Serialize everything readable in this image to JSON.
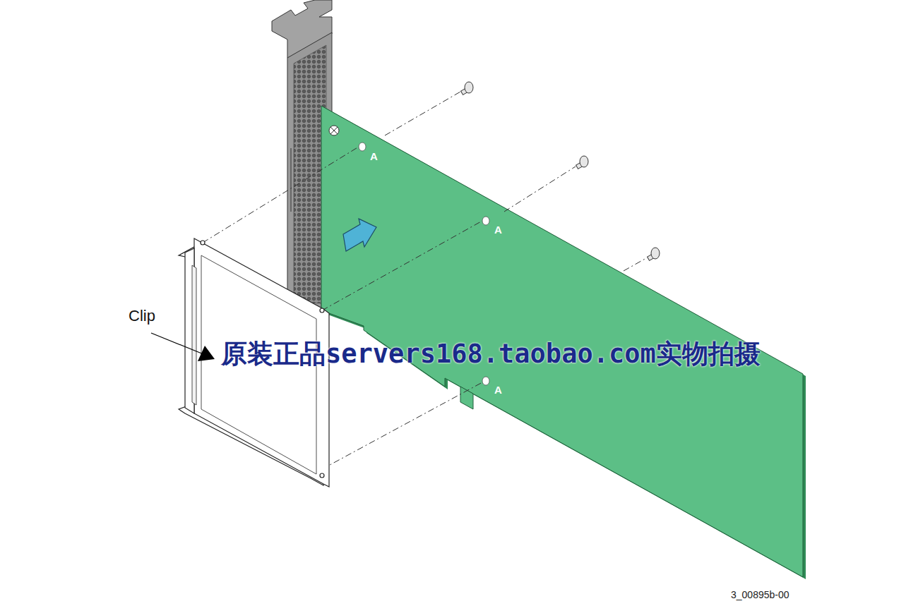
{
  "diagram": {
    "labels": [
      "Clip",
      "A",
      "A",
      "A",
      "原装正品servers168.taobao.com实物拍摄",
      "3_00895b-00"
    ]
  }
}
